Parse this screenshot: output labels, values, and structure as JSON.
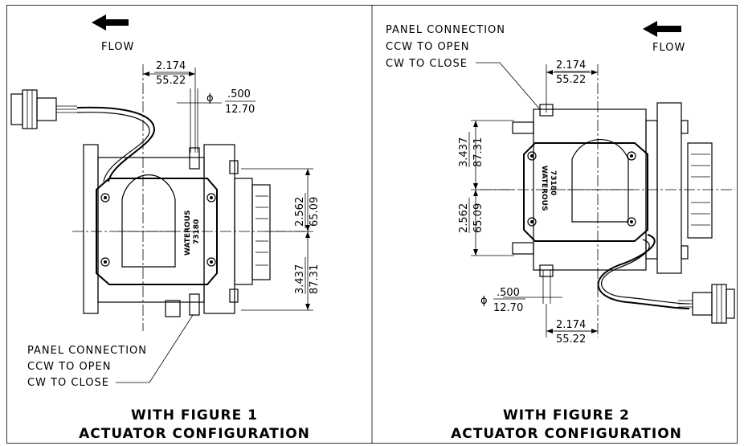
{
  "panel1": {
    "flow_label": "FLOW",
    "dim_width_in": "2.174",
    "dim_width_mm": "55.22",
    "dim_dia_symbol": "ϕ",
    "dim_dia_in": ".500",
    "dim_dia_mm": "12.70",
    "dim_upper_in": "2.562",
    "dim_upper_mm": "65.09",
    "dim_lower_in": "3.437",
    "dim_lower_mm": "87.31",
    "brand": "WATEROUS",
    "part_no": "73180",
    "note_line1": "PANEL CONNECTION",
    "note_line2": "CCW TO OPEN",
    "note_line3": "CW TO CLOSE",
    "caption_line1": "WITH FIGURE 1",
    "caption_line2": "ACTUATOR CONFIGURATION"
  },
  "panel2": {
    "flow_label": "FLOW",
    "note_line1": "PANEL CONNECTION",
    "note_line2": "CCW TO OPEN",
    "note_line3": "CW TO CLOSE",
    "dim_width_top_in": "2.174",
    "dim_width_top_mm": "55.22",
    "dim_upper_in": "3.437",
    "dim_upper_mm": "87.31",
    "dim_lower_in": "2.562",
    "dim_lower_mm": "65.09",
    "dim_dia_symbol": "ϕ",
    "dim_dia_in": ".500",
    "dim_dia_mm": "12.70",
    "dim_width_bot_in": "2.174",
    "dim_width_bot_mm": "55.22",
    "brand": "WATEROUS",
    "part_no": "73180",
    "caption_line1": "WITH FIGURE 2",
    "caption_line2": "ACTUATOR CONFIGURATION"
  }
}
